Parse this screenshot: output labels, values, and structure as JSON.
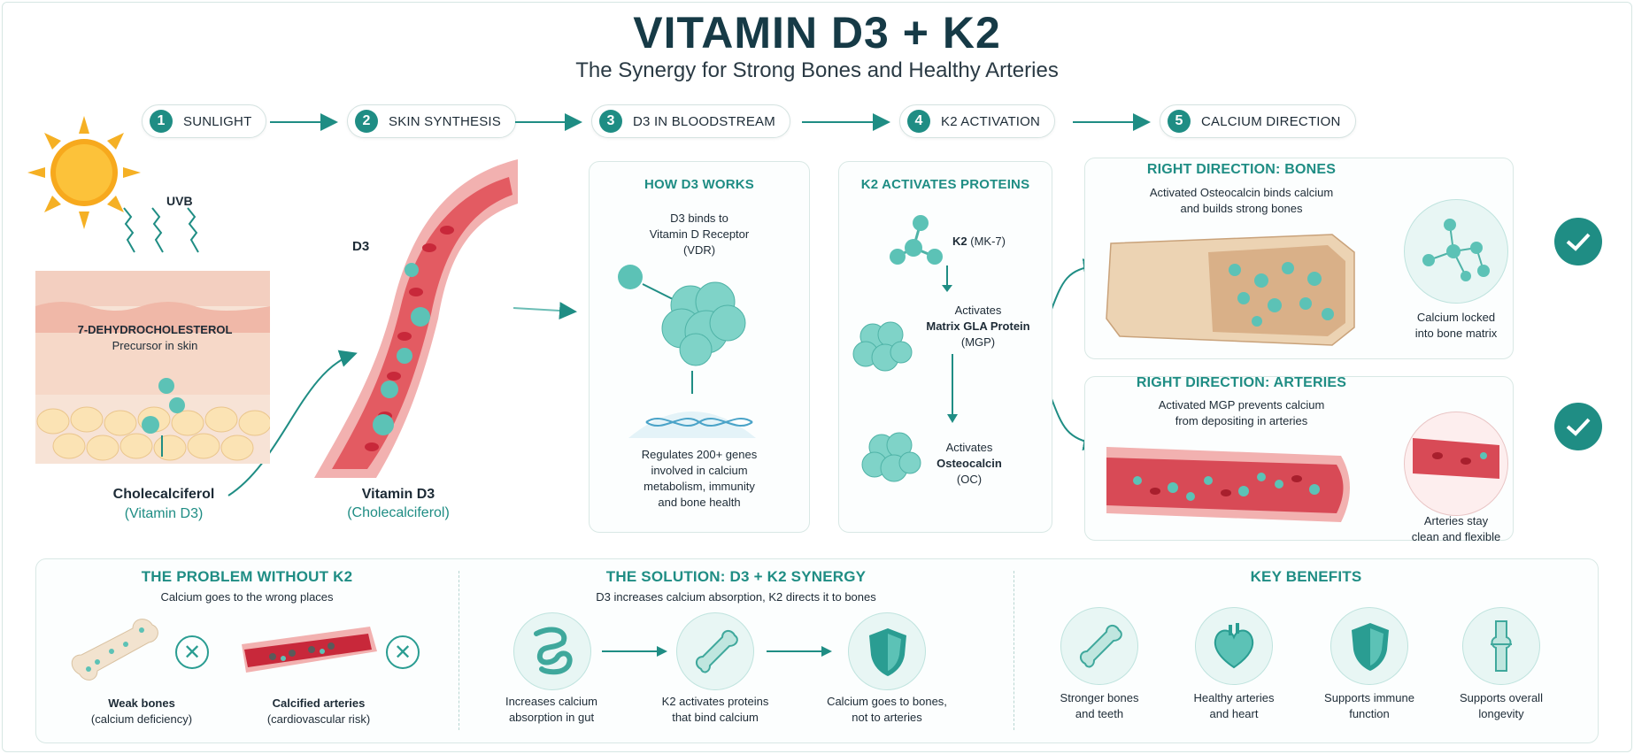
{
  "title": "VITAMIN D3 + K2",
  "subtitle": "The Synergy for Strong Bones and Healthy Arteries",
  "steps": [
    {
      "num": "1",
      "label": "SUNLIGHT"
    },
    {
      "num": "2",
      "label": "SKIN SYNTHESIS"
    },
    {
      "num": "3",
      "label": "D3 IN BLOODSTREAM"
    },
    {
      "num": "4",
      "label": "K2 ACTIVATION"
    },
    {
      "num": "5",
      "label": "CALCIUM DIRECTION"
    }
  ],
  "skin": {
    "uvb": "UVB",
    "dhc_title": "7-DEHYDROCHOLESTEROL",
    "dhc_sub": "Precursor in skin",
    "chole_title": "Cholecalciferol",
    "chole_sub": "(Vitamin D3)"
  },
  "blood": {
    "d3_label": "D3",
    "vit_title": "Vitamin D3",
    "vit_sub": "(Cholecalciferol)"
  },
  "how_d3": {
    "title": "HOW D3 WORKS",
    "line1": "D3 binds to",
    "line2": "Vitamin D Receptor",
    "line3": "(VDR)",
    "reg1": "Regulates 200+ genes",
    "reg2": "involved in calcium",
    "reg3": "metabolism, immunity",
    "reg4": "and bone health"
  },
  "k2": {
    "title": "K2 ACTIVATES PROTEINS",
    "k2_bold": "K2",
    "k2_rest": "(MK-7)",
    "act1": "Activates",
    "act1_b": "Matrix GLA Protein",
    "act1_c": "(MGP)",
    "act2": "Activates",
    "act2_b": "Osteocalcin",
    "act2_c": "(OC)"
  },
  "bones_panel": {
    "title": "RIGHT DIRECTION: BONES",
    "line1": "Activated Osteocalcin binds calcium",
    "line2": "and builds strong bones",
    "cap1": "Calcium locked",
    "cap2": "into bone matrix"
  },
  "arteries_panel": {
    "title": "RIGHT DIRECTION: ARTERIES",
    "line1": "Activated MGP prevents calcium",
    "line2": "from depositing in arteries",
    "cap1": "Arteries stay",
    "cap2": "clean and flexible"
  },
  "problem": {
    "title": "THE PROBLEM WITHOUT K2",
    "sub": "Calcium goes to the wrong places",
    "item1_b": "Weak bones",
    "item1_s": "(calcium deficiency)",
    "item2_b": "Calcified arteries",
    "item2_s": "(cardiovascular risk)"
  },
  "solution": {
    "title": "THE SOLUTION: D3 + K2 SYNERGY",
    "sub": "D3 increases calcium absorption, K2 directs it to bones",
    "s1a": "Increases calcium",
    "s1b": "absorption in gut",
    "s2a": "K2 activates proteins",
    "s2b": "that bind calcium",
    "s3a": "Calcium goes to bones,",
    "s3b": "not to arteries"
  },
  "benefits": {
    "title": "KEY BENEFITS",
    "b1a": "Stronger bones",
    "b1b": "and teeth",
    "b2a": "Healthy arteries",
    "b2b": "and heart",
    "b3a": "Supports immune",
    "b3b": "function",
    "b4a": "Supports overall",
    "b4b": "longevity"
  },
  "colors": {
    "teal": "#1f8d84",
    "navy": "#163a46",
    "blood_red": "#c8283a",
    "skin": "#f5d3c0",
    "bone": "#ecd3b3"
  }
}
